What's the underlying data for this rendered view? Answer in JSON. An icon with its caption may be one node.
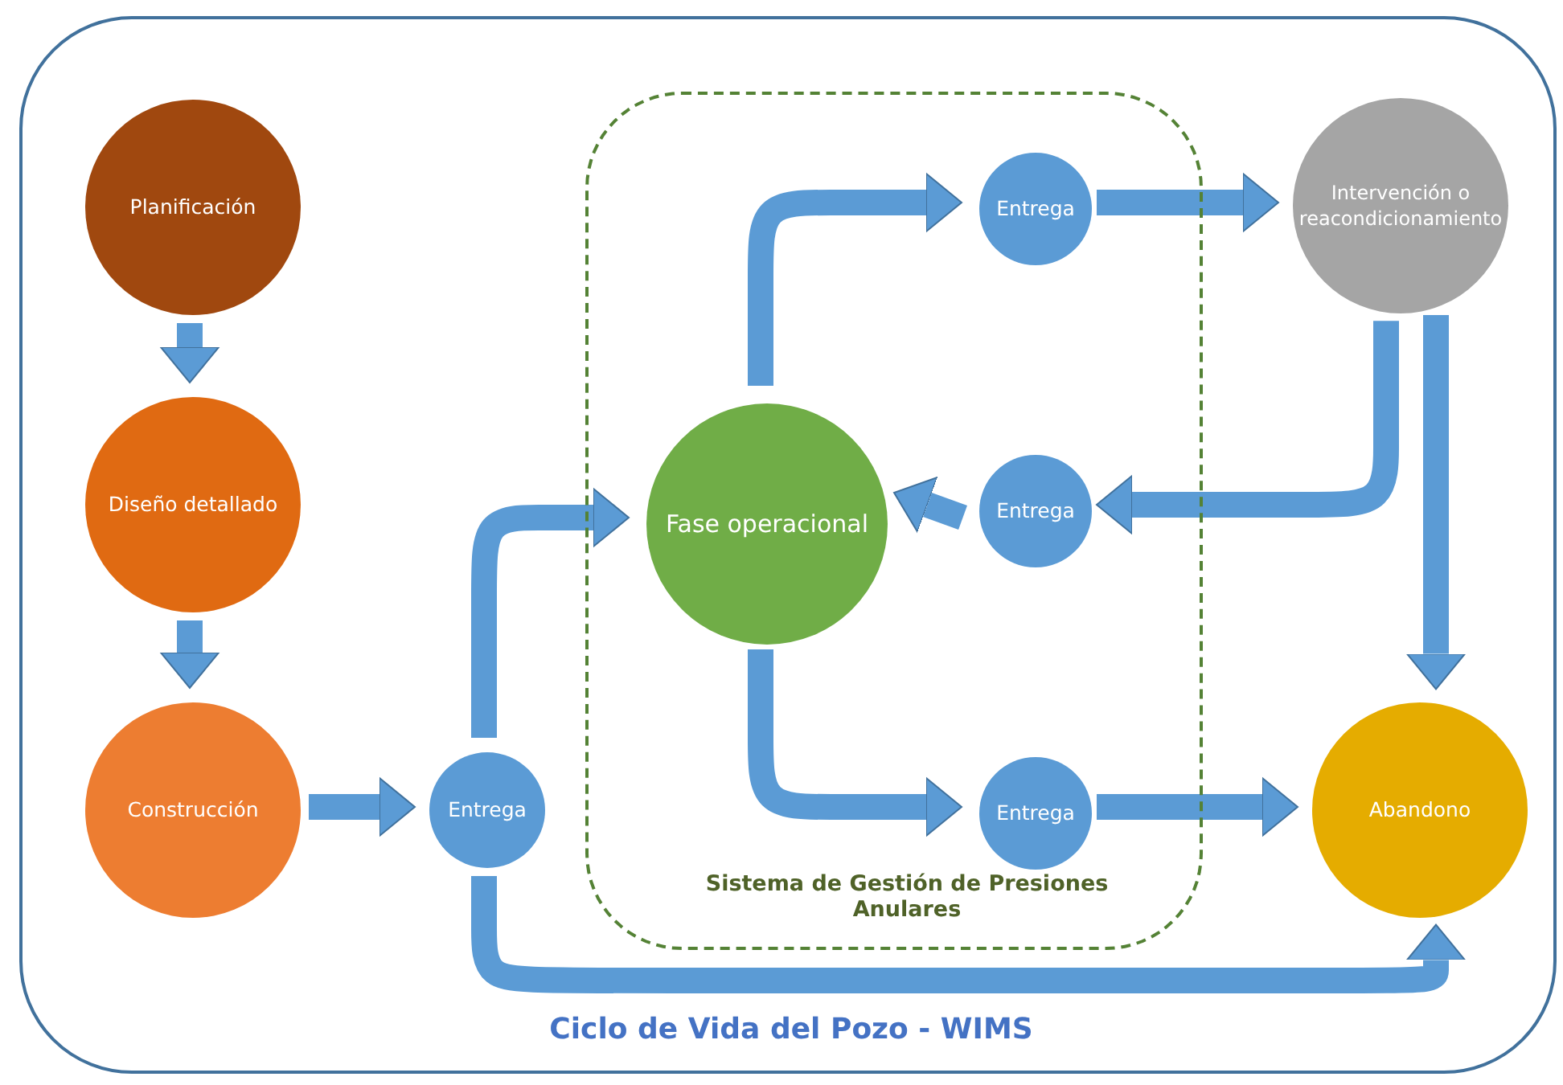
{
  "diagram": {
    "nodes": [
      {
        "text": [
          "Ciclo de Vida del Pozo  - WIMS"
        ]
      },
      {
        "text": [
          "Planificación"
        ],
        "in": 0
      },
      {
        "text": [
          "Diseño detallado"
        ],
        "in": 0
      },
      {
        "text": [
          "Construcción"
        ],
        "in": 0
      },
      {
        "text": [
          "Entrega"
        ],
        "in": 0
      },
      {
        "text": [
          "Sistema de Gestión de Presiones Anulares"
        ],
        "in": 0
      },
      {
        "text": [
          "Fase operacional"
        ],
        "in": 5
      },
      {
        "text": [
          "Entrega"
        ],
        "in": 5
      },
      {
        "text": [
          "Entrega"
        ],
        "in": 5
      },
      {
        "text": [
          "Entrega"
        ],
        "in": 5
      },
      {
        "text": [
          "Intervención o reacondicionamiento"
        ],
        "in": 0
      },
      {
        "text": [
          "Abandono"
        ],
        "in": 0
      }
    ],
    "edges": [
      {
        "from": 1,
        "to": 2,
        "arrow": "to"
      },
      {
        "from": 2,
        "to": 3,
        "arrow": "to"
      },
      {
        "from": 3,
        "to": 4,
        "arrow": "to"
      },
      {
        "from": 4,
        "to": 6,
        "arrow": "to"
      },
      {
        "from": 6,
        "to": 7,
        "arrow": "to"
      },
      {
        "from": 7,
        "to": 10,
        "arrow": "to"
      },
      {
        "from": 10,
        "to": 8,
        "arrow": "to"
      },
      {
        "from": 8,
        "to": 6,
        "arrow": "to"
      },
      {
        "from": 6,
        "to": 9,
        "arrow": "to"
      },
      {
        "from": 9,
        "to": 11,
        "arrow": "to"
      },
      {
        "from": 10,
        "to": 11,
        "arrow": "to"
      },
      {
        "from": 4,
        "to": 11,
        "arrow": "to"
      }
    ]
  }
}
